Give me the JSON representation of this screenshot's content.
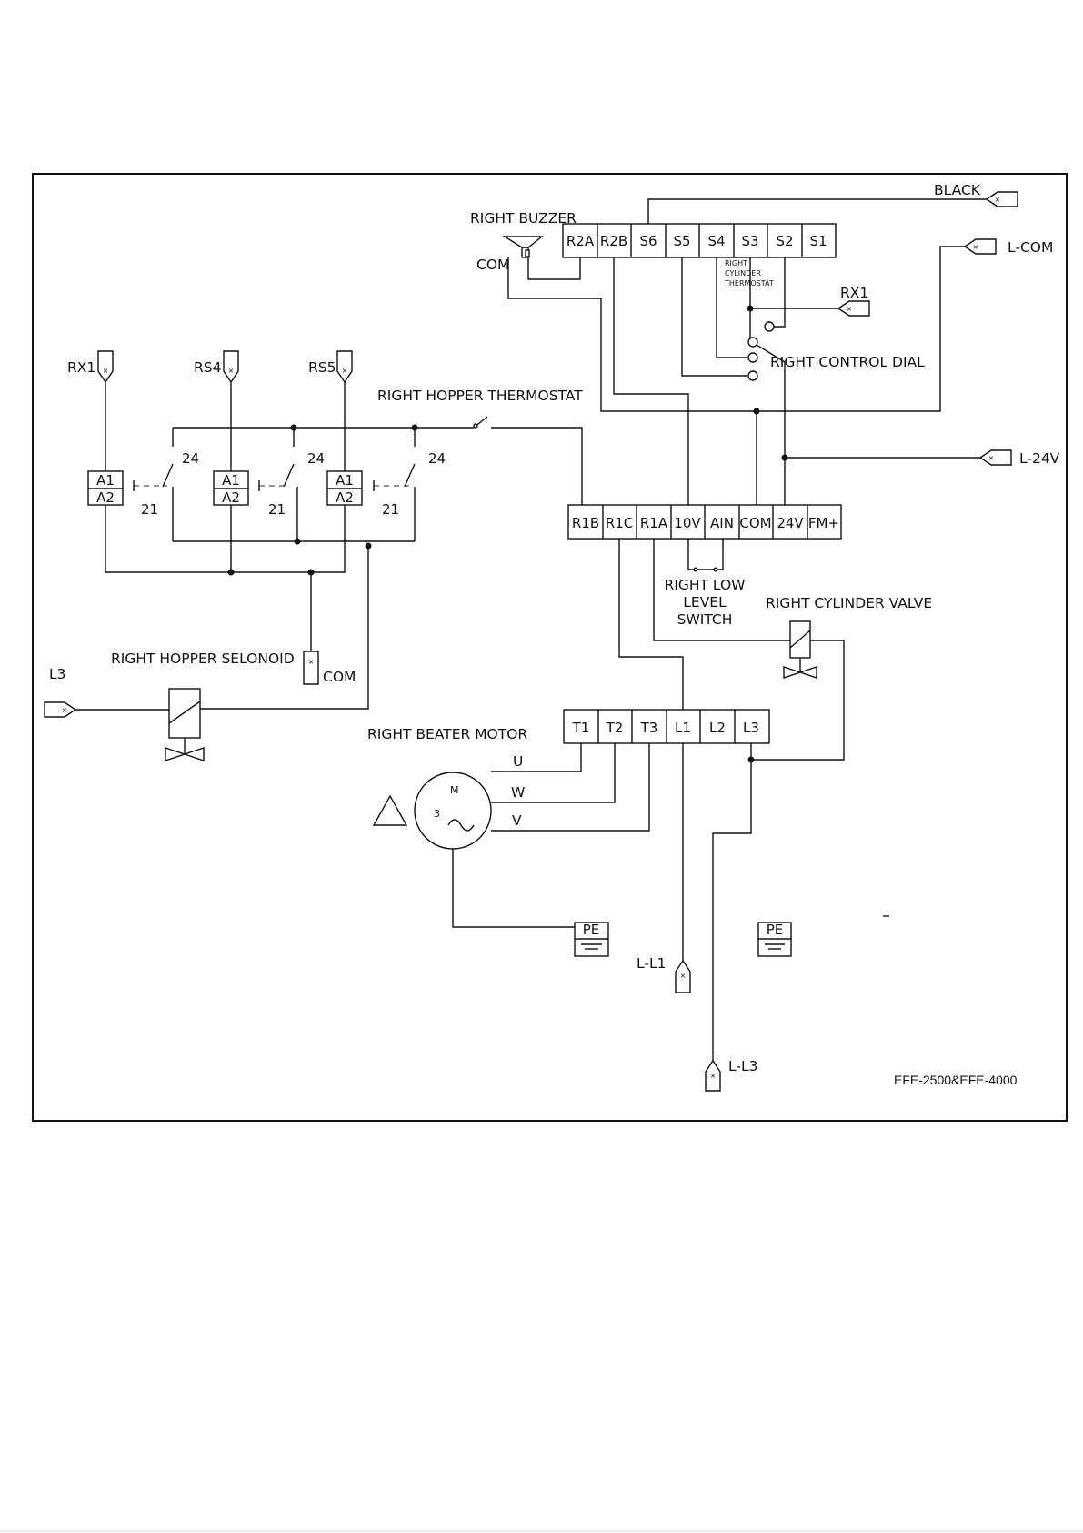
{
  "labels": {
    "right_buzzer": "RIGHT BUZZER",
    "buzzer_com": "COM",
    "black": "BLACK",
    "l_com": "L-COM",
    "right_cylinder_thermostat": [
      "RIGHT",
      "CYLINDER",
      "THERMOSTAT"
    ],
    "rx1_right": "RX1",
    "right_control_dial": "RIGHT CONTROL DIAL",
    "l_24v": "L-24V",
    "right_hopper_thermostat": "RIGHT HOPPER THERMOSTAT",
    "rx1": "RX1",
    "rs4": "RS4",
    "rs5": "RS5",
    "right_low_level_switch": [
      "RIGHT LOW",
      "LEVEL",
      "SWITCH"
    ],
    "right_cylinder_valve": "RIGHT CYLINDER VALVE",
    "right_hopper_solenoid": "RIGHT HOPPER SELONOID",
    "l3": "L3",
    "com": "COM",
    "right_beater_motor": "RIGHT BEATER MOTOR",
    "phase_u": "U",
    "phase_w": "W",
    "phase_v": "V",
    "motor_m": "M",
    "motor_3": "3",
    "pe": "PE",
    "l_l1": "L-L1",
    "l_l3": "L-L3",
    "model": "EFE-2500&EFE-4000"
  },
  "terminals_top": [
    "R2A",
    "R2B",
    "S6",
    "S5",
    "S4",
    "S3",
    "S2",
    "S1"
  ],
  "terminals_mid": [
    "R1B",
    "R1C",
    "R1A",
    "10V",
    "AIN",
    "COM",
    "24V",
    "FM+"
  ],
  "terminals_bottom": [
    "T1",
    "T2",
    "T3",
    "L1",
    "L2",
    "L3"
  ],
  "relay_coils": [
    {
      "a1": "A1",
      "a2": "A2",
      "no": "24",
      "nc": "21"
    },
    {
      "a1": "A1",
      "a2": "A2",
      "no": "24",
      "nc": "21"
    },
    {
      "a1": "A1",
      "a2": "A2",
      "no": "24",
      "nc": "21"
    }
  ],
  "connector_mark": "×"
}
